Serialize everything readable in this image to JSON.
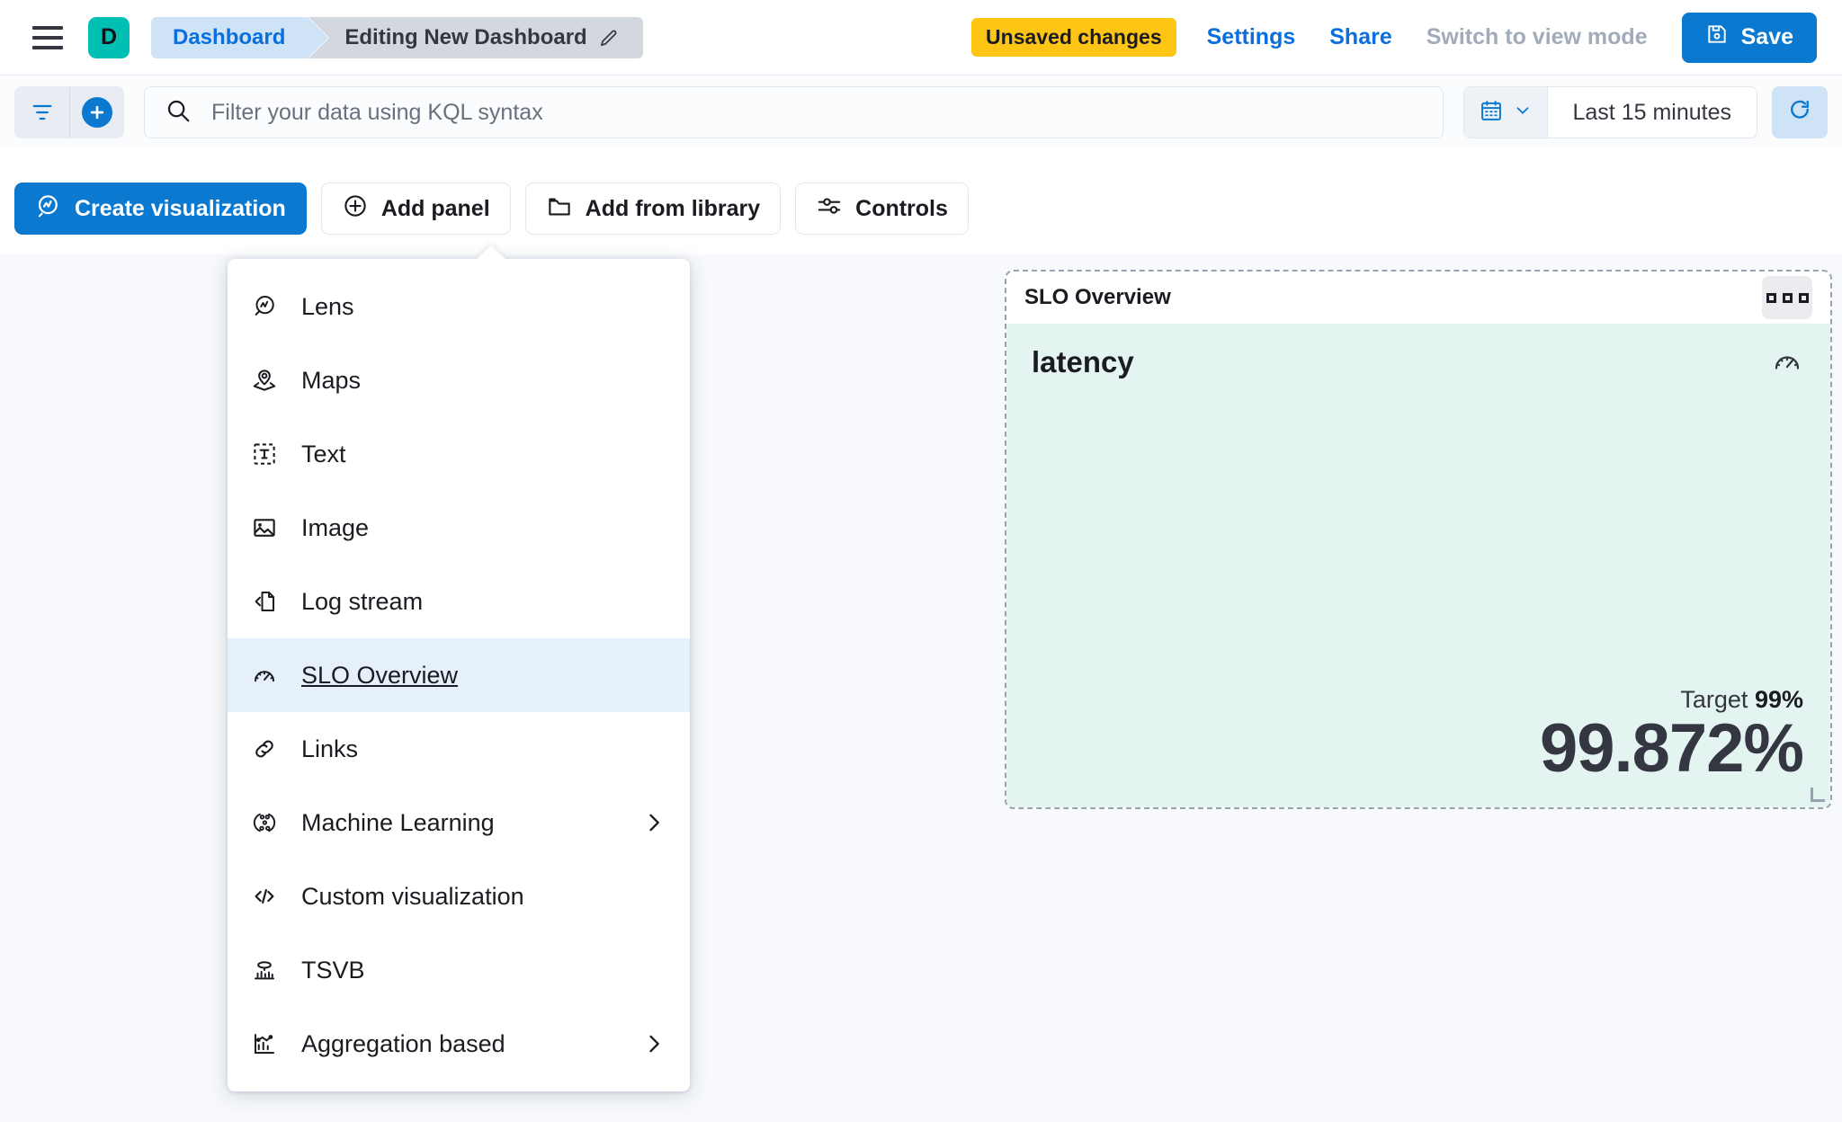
{
  "header": {
    "menu_icon": "hamburger-icon",
    "app_badge": "D",
    "breadcrumbs": [
      {
        "label": "Dashboard",
        "icon": ""
      },
      {
        "label": "Editing New Dashboard",
        "icon": "pencil-icon"
      }
    ],
    "unsaved_badge": "Unsaved changes",
    "settings_label": "Settings",
    "share_label": "Share",
    "view_mode_label": "Switch to view mode",
    "save_label": "Save",
    "save_icon": "save-disk-icon",
    "accent_blue": "#0a6edc",
    "badge_yellow": "#fec514",
    "badge_teal": "#00bfb3"
  },
  "querybar": {
    "filter_icon": "filter-icon",
    "add_filter_icon": "plus-circle-icon",
    "search_icon": "search-icon",
    "placeholder": "Filter your data using KQL syntax",
    "value": "",
    "calendar_icon": "calendar-icon",
    "chevron_icon": "chevron-down-icon",
    "time_range": "Last 15 minutes",
    "refresh_icon": "refresh-icon"
  },
  "toolbar": {
    "create_visualization": "Create visualization",
    "create_visualization_icon": "lens-icon",
    "add_panel": "Add panel",
    "add_panel_icon": "plus-circle-outline-icon",
    "add_from_library": "Add from library",
    "add_from_library_icon": "folder-icon",
    "controls": "Controls",
    "controls_icon": "sliders-icon"
  },
  "add_panel_menu": {
    "items": [
      {
        "label": "Lens",
        "icon": "lens-icon",
        "has_submenu": false,
        "selected": false
      },
      {
        "label": "Maps",
        "icon": "map-marker-layers-icon",
        "has_submenu": false,
        "selected": false
      },
      {
        "label": "Text",
        "icon": "text-box-icon",
        "has_submenu": false,
        "selected": false
      },
      {
        "label": "Image",
        "icon": "image-icon",
        "has_submenu": false,
        "selected": false
      },
      {
        "label": "Log stream",
        "icon": "log-stream-icon",
        "has_submenu": false,
        "selected": false
      },
      {
        "label": "SLO Overview",
        "icon": "gauge-icon",
        "has_submenu": false,
        "selected": true
      },
      {
        "label": "Links",
        "icon": "link-icon",
        "has_submenu": false,
        "selected": false
      },
      {
        "label": "Machine Learning",
        "icon": "machine-learning-icon",
        "has_submenu": true,
        "selected": false
      },
      {
        "label": "Custom visualization",
        "icon": "code-icon",
        "has_submenu": false,
        "selected": false
      },
      {
        "label": "TSVB",
        "icon": "tsvb-chart-icon",
        "has_submenu": false,
        "selected": false
      },
      {
        "label": "Aggregation based",
        "icon": "aggregation-chart-icon",
        "has_submenu": true,
        "selected": false
      }
    ]
  },
  "slo_panel": {
    "title": "SLO Overview",
    "context_menu_icon": "panel-context-menu-icon",
    "metric_name": "latency",
    "gauge_icon": "gauge-icon",
    "target_label": "Target",
    "target_value": "99%",
    "sli_value": "99.872%",
    "background_color": "#e4f4f1"
  }
}
